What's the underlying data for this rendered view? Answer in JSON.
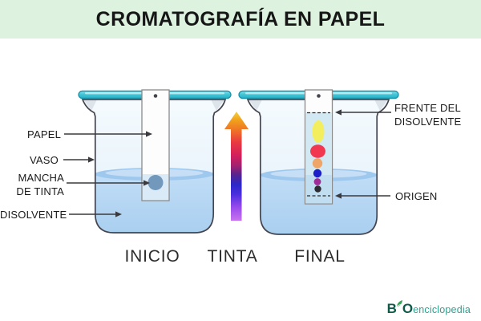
{
  "header": {
    "title": "CROMATOGRAFÍA EN PAPEL"
  },
  "labels": {
    "papel": "PAPEL",
    "vaso": "VASO",
    "mancha_line1": "MANCHA",
    "mancha_line2": "DE TINTA",
    "disolvente": "DISOLVENTE",
    "frente_line1": "FRENTE DEL",
    "frente_line2": "DISOLVENTE",
    "origen": "ORIGEN"
  },
  "stages": {
    "inicio": "INICIO",
    "tinta": "TINTA",
    "final": "FINAL"
  },
  "ink_spot_color": "#5c80a4",
  "spots": [
    {
      "name": "yellow-pigment",
      "color": "#f3ee5d"
    },
    {
      "name": "red-pigment",
      "color": "#f23750"
    },
    {
      "name": "orange-pigment",
      "color": "#efa468"
    },
    {
      "name": "blue-pigment",
      "color": "#1b1fca"
    },
    {
      "name": "magenta-pigment",
      "color": "#a02a96"
    },
    {
      "name": "black-pigment",
      "color": "#2c2c33"
    }
  ],
  "tinta_gradient": [
    "#c873ee",
    "#9a4cec",
    "#4b2ede",
    "#2b28c9",
    "#55248f",
    "#a02171",
    "#d4205b",
    "#e93a41",
    "#ef6f28",
    "#f2a01c",
    "#f4d33c"
  ],
  "colors": {
    "header_bg": "#def2e0",
    "glass_rod": "#42c7d8",
    "glass_rod_border": "#1f93a8",
    "liquid": "#b7d8f3",
    "beaker_outline": "#44444e",
    "dashed_line": "#2d2d2d",
    "label_text": "#1a1a1a",
    "logo_dark": "#0f5a4b",
    "logo_teal": "#2fa08e"
  },
  "logo": {
    "b": "B",
    "o": "O",
    "name": "enciclopedia"
  }
}
